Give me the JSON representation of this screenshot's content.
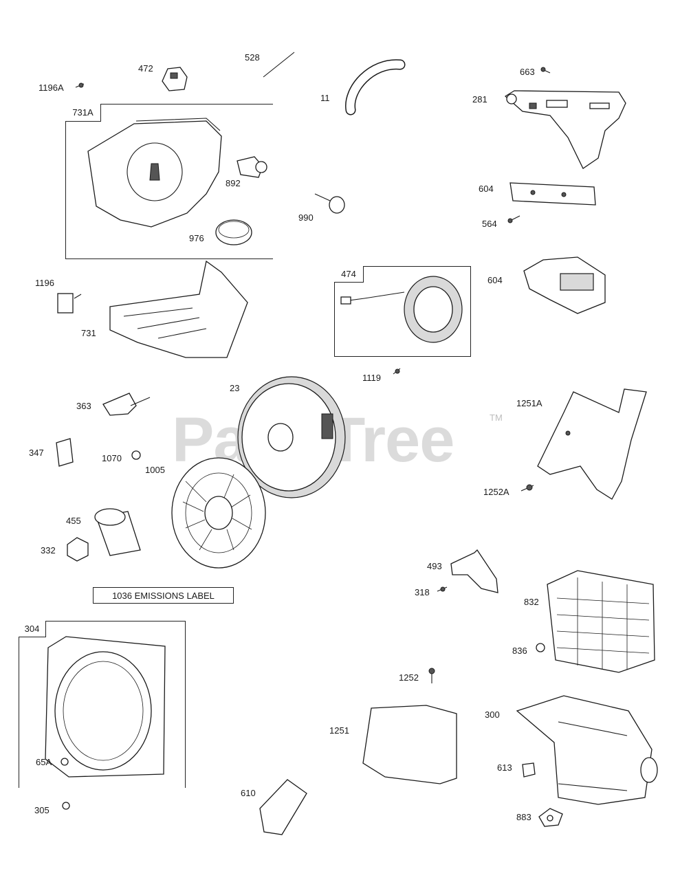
{
  "watermark": {
    "text": "PartsTree",
    "trademark": "TM"
  },
  "emissions_label": "1036 EMISSIONS LABEL",
  "group_tags": {
    "731A": "731A",
    "474": "474",
    "304": "304"
  },
  "callouts": [
    {
      "id": "c528",
      "text": "528"
    },
    {
      "id": "c472",
      "text": "472"
    },
    {
      "id": "c1196A",
      "text": "1196A"
    },
    {
      "id": "c11",
      "text": "11"
    },
    {
      "id": "c663",
      "text": "663"
    },
    {
      "id": "c281",
      "text": "281"
    },
    {
      "id": "c892",
      "text": "892"
    },
    {
      "id": "c976",
      "text": "976"
    },
    {
      "id": "c990",
      "text": "990"
    },
    {
      "id": "c604a",
      "text": "604"
    },
    {
      "id": "c564",
      "text": "564"
    },
    {
      "id": "c1196",
      "text": "1196"
    },
    {
      "id": "c731",
      "text": "731"
    },
    {
      "id": "c604b",
      "text": "604"
    },
    {
      "id": "c1119",
      "text": "1119"
    },
    {
      "id": "c23",
      "text": "23"
    },
    {
      "id": "c363",
      "text": "363"
    },
    {
      "id": "c1251A",
      "text": "1251A"
    },
    {
      "id": "c347",
      "text": "347"
    },
    {
      "id": "c1070",
      "text": "1070"
    },
    {
      "id": "c1005",
      "text": "1005"
    },
    {
      "id": "c1252A",
      "text": "1252A"
    },
    {
      "id": "c455",
      "text": "455"
    },
    {
      "id": "c332",
      "text": "332"
    },
    {
      "id": "c493",
      "text": "493"
    },
    {
      "id": "c318",
      "text": "318"
    },
    {
      "id": "c832",
      "text": "832"
    },
    {
      "id": "c836",
      "text": "836"
    },
    {
      "id": "c1252",
      "text": "1252"
    },
    {
      "id": "c300",
      "text": "300"
    },
    {
      "id": "c1251",
      "text": "1251"
    },
    {
      "id": "c613",
      "text": "613"
    },
    {
      "id": "c65A",
      "text": "65A"
    },
    {
      "id": "c610",
      "text": "610"
    },
    {
      "id": "c883",
      "text": "883"
    },
    {
      "id": "c305",
      "text": "305"
    }
  ]
}
